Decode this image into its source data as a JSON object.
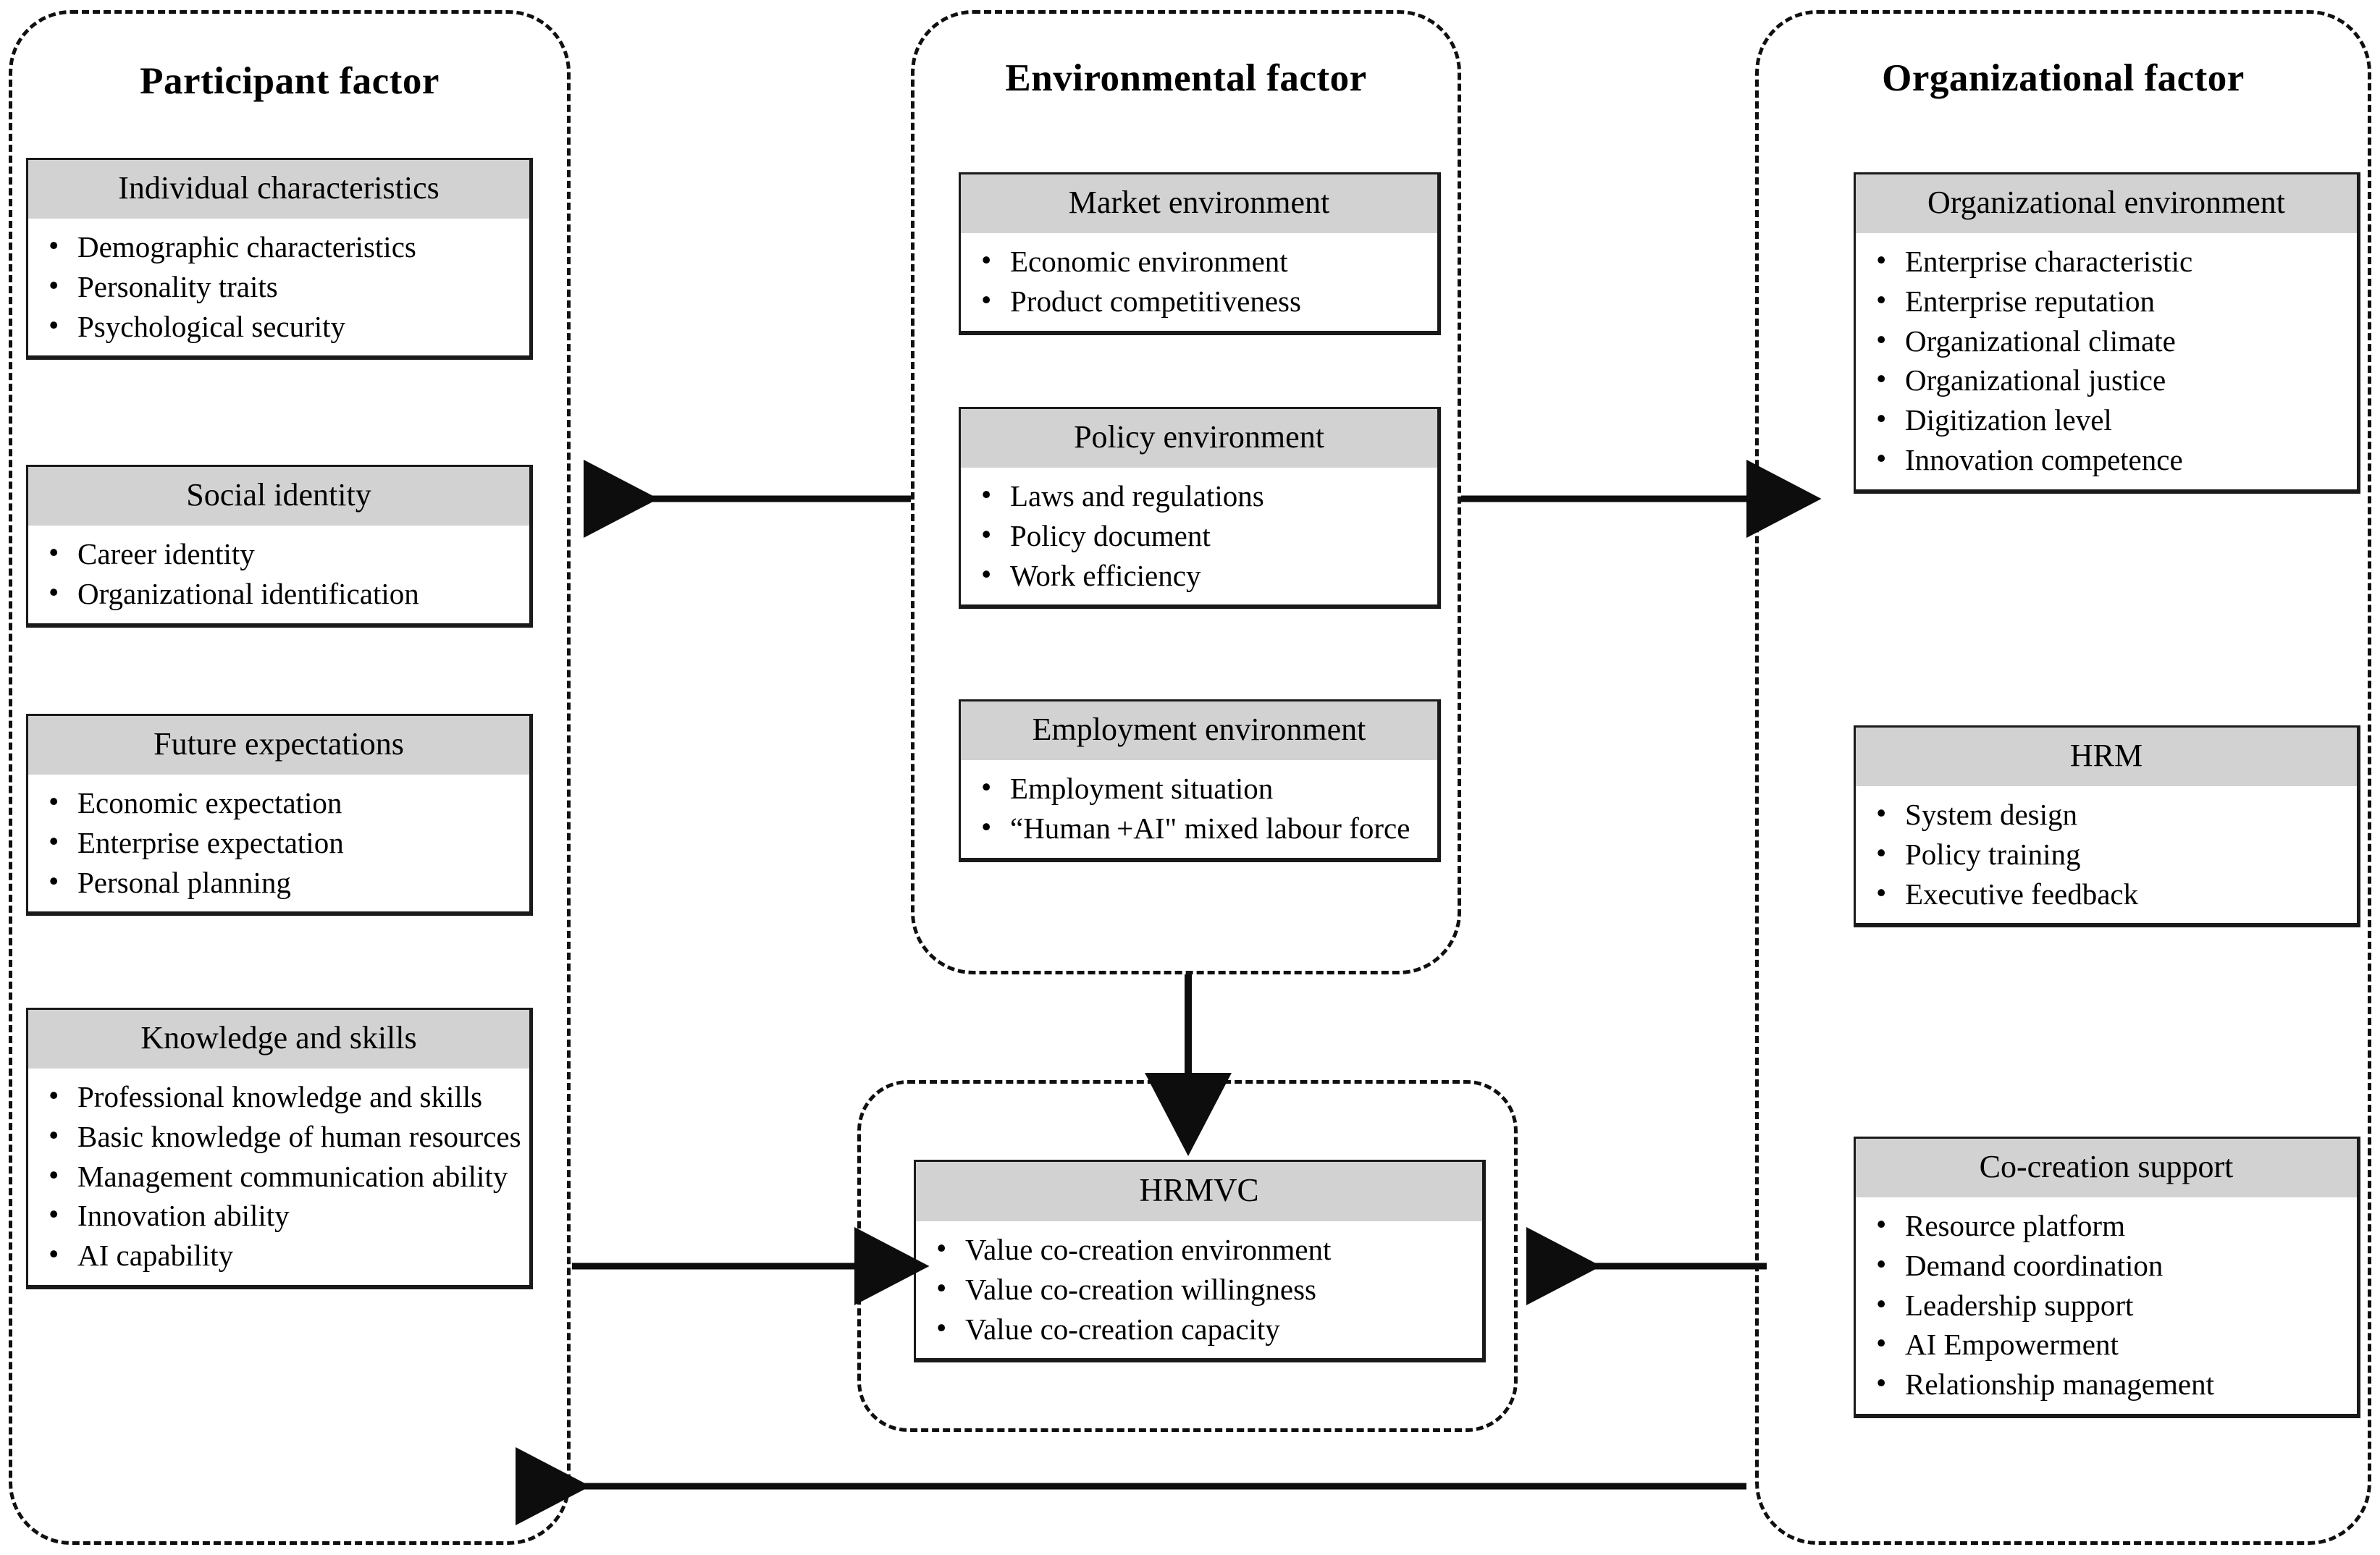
{
  "diagram": {
    "columns": [
      {
        "id": "participant",
        "title": "Participant factor",
        "cards": [
          {
            "title": "Individual characteristics",
            "items": [
              "Demographic characteristics",
              "Personality traits",
              "Psychological security"
            ]
          },
          {
            "title": "Social identity",
            "items": [
              "Career identity",
              "Organizational identification"
            ]
          },
          {
            "title": "Future expectations",
            "items": [
              "Economic expectation",
              "Enterprise expectation",
              "Personal planning"
            ]
          },
          {
            "title": "Knowledge and skills",
            "items": [
              "Professional knowledge and skills",
              "Basic knowledge of human resources",
              "Management communication ability",
              "Innovation ability",
              "AI capability"
            ]
          }
        ]
      },
      {
        "id": "environmental",
        "title": "Environmental factor",
        "cards": [
          {
            "title": "Market environment",
            "items": [
              "Economic environment",
              "Product competitiveness"
            ]
          },
          {
            "title": "Policy environment",
            "items": [
              "Laws and regulations",
              "Policy document",
              "Work efficiency"
            ]
          },
          {
            "title": "Employment environment",
            "items": [
              "Employment situation",
              "“Human +AI\" mixed labour force"
            ]
          }
        ]
      },
      {
        "id": "organizational",
        "title": "Organizational factor",
        "cards": [
          {
            "title": "Organizational environment",
            "items": [
              "Enterprise characteristic",
              "Enterprise reputation",
              "Organizational climate",
              "Organizational justice",
              "Digitization level",
              "Innovation competence"
            ]
          },
          {
            "title": "HRM",
            "items": [
              "System design",
              "Policy training",
              "Executive feedback"
            ]
          },
          {
            "title": "Co-creation support",
            "items": [
              "Resource platform",
              "Demand coordination",
              "Leadership support",
              "AI Empowerment",
              "Relationship management"
            ]
          }
        ]
      }
    ],
    "center": {
      "id": "hrmvc",
      "card": {
        "title": "HRMVC",
        "items": [
          "Value co-creation environment",
          "Value co-creation willingness",
          "Value co-creation capacity"
        ]
      }
    },
    "bullet_glyph": "•",
    "colors": {
      "header_gray": "#d2d2d2",
      "stroke": "#101010",
      "background": "#ffffff"
    },
    "connectors": [
      {
        "name": "environmental-to-participant",
        "from": "environmental",
        "to": "participant",
        "direction": "left"
      },
      {
        "name": "environmental-to-organizational",
        "from": "environmental",
        "to": "organizational",
        "direction": "right"
      },
      {
        "name": "environmental-to-hrmvc",
        "from": "environmental",
        "to": "hrmvc",
        "direction": "down"
      },
      {
        "name": "participant-to-hrmvc",
        "from": "participant",
        "to": "hrmvc",
        "direction": "right"
      },
      {
        "name": "organizational-to-hrmvc",
        "from": "organizational",
        "to": "hrmvc",
        "direction": "left"
      },
      {
        "name": "organizational-to-participant",
        "from": "organizational",
        "to": "participant",
        "direction": "left"
      }
    ]
  }
}
